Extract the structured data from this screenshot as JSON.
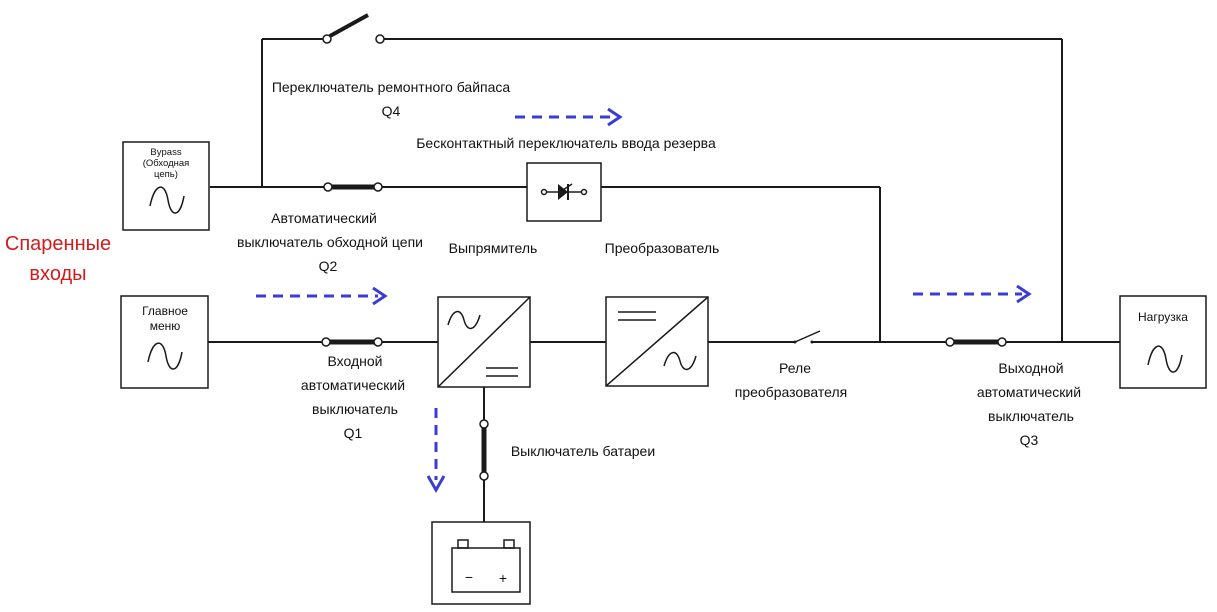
{
  "colors": {
    "wire": "#1a1a1a",
    "flow_arrow": "#3b3bd8",
    "paired_inputs_label": "#d21c1c"
  },
  "paired_inputs": {
    "line1": "Спаренные",
    "line2": "входы"
  },
  "bypass_source": {
    "line1": "Bypass",
    "line2": "(Обходная",
    "line3": "цепь)",
    "icon": "sine-wave-icon"
  },
  "main_source": {
    "line1": "Главное",
    "line2": "меню",
    "icon": "sine-wave-icon"
  },
  "load": {
    "label": "Нагрузка",
    "icon": "sine-wave-icon"
  },
  "q4": {
    "line1": "Переключатель ремонтного байпаса",
    "line2": "Q4"
  },
  "static_switch": {
    "label": "Бесконтактный переключатель ввода резерва",
    "icon": "thyristor-icon"
  },
  "q2": {
    "line1": "Автоматический",
    "line2": "выключатель обходной цепи",
    "line3": "Q2"
  },
  "rectifier": {
    "label": "Выпрямитель",
    "icon": "ac-dc-converter-icon"
  },
  "inverter": {
    "label": "Преобразователь",
    "icon": "dc-ac-converter-icon"
  },
  "q1": {
    "line1": "Входной",
    "line2": "автоматический",
    "line3": "выключатель",
    "line4": "Q1"
  },
  "inverter_relay": {
    "line1": "Реле",
    "line2": "преобразователя"
  },
  "q3": {
    "line1": "Выходной",
    "line2": "автоматический",
    "line3": "выключатель",
    "line4": "Q3"
  },
  "battery_switch": {
    "label": "Выключатель батареи"
  },
  "battery": {
    "icon": "battery-icon",
    "minus": "−",
    "plus": "+"
  }
}
